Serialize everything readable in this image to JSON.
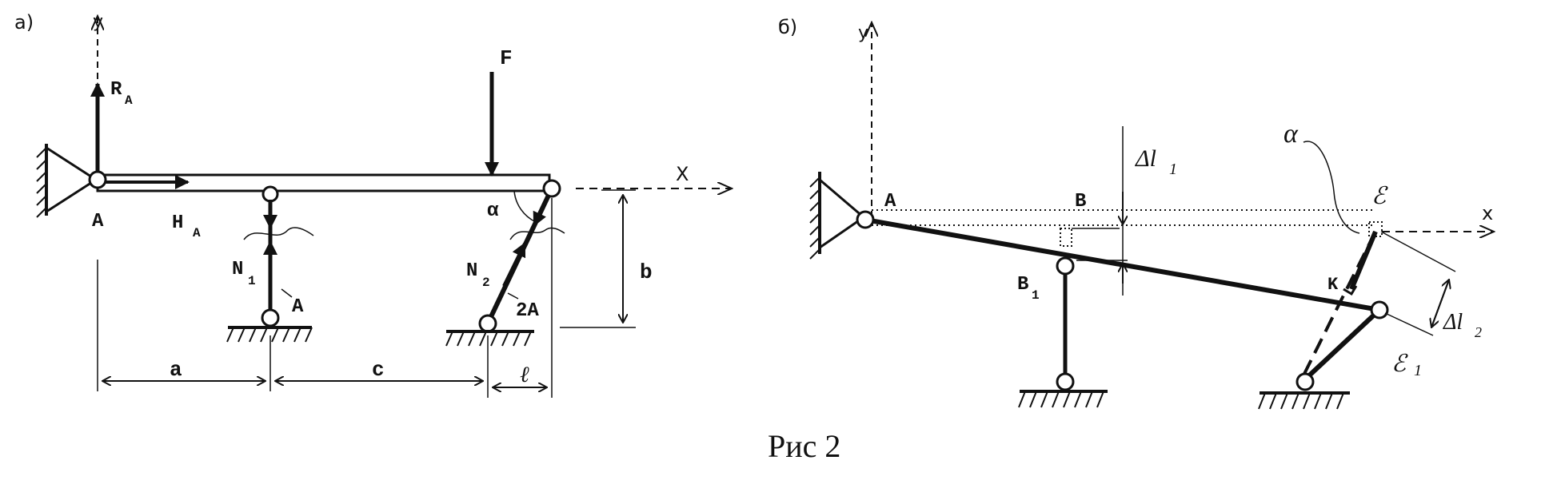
{
  "panel_a": {
    "label": "а)",
    "axis_y": "y",
    "axis_x": "X",
    "R_main": "R",
    "R_sub": "A",
    "H_main": "H",
    "H_sub": "A",
    "point_A": "A",
    "force_F": "F",
    "angle": "α",
    "N1_main": "N",
    "N1_sub": "1",
    "N1_area": "A",
    "N2_main": "N",
    "N2_sub": "2",
    "N2_area": "2A",
    "dim_a": "a",
    "dim_c": "c",
    "dim_b": "b",
    "dim_l": "ℓ"
  },
  "panel_b": {
    "label": "б)",
    "axis_y": "y",
    "axis_x": "x",
    "point_A": "A",
    "point_B": "B",
    "point_B1_main": "B",
    "point_B1_sub": "1",
    "delta_l1_main": "Δl",
    "delta_l1_sub": "1",
    "delta_l2_main": "Δl",
    "delta_l2_sub": "2",
    "angle": "α",
    "point_E": "ℰ",
    "point_E1_main": "ℰ",
    "point_E1_sub": "1",
    "point_K": "K"
  },
  "caption": "Рис 2"
}
